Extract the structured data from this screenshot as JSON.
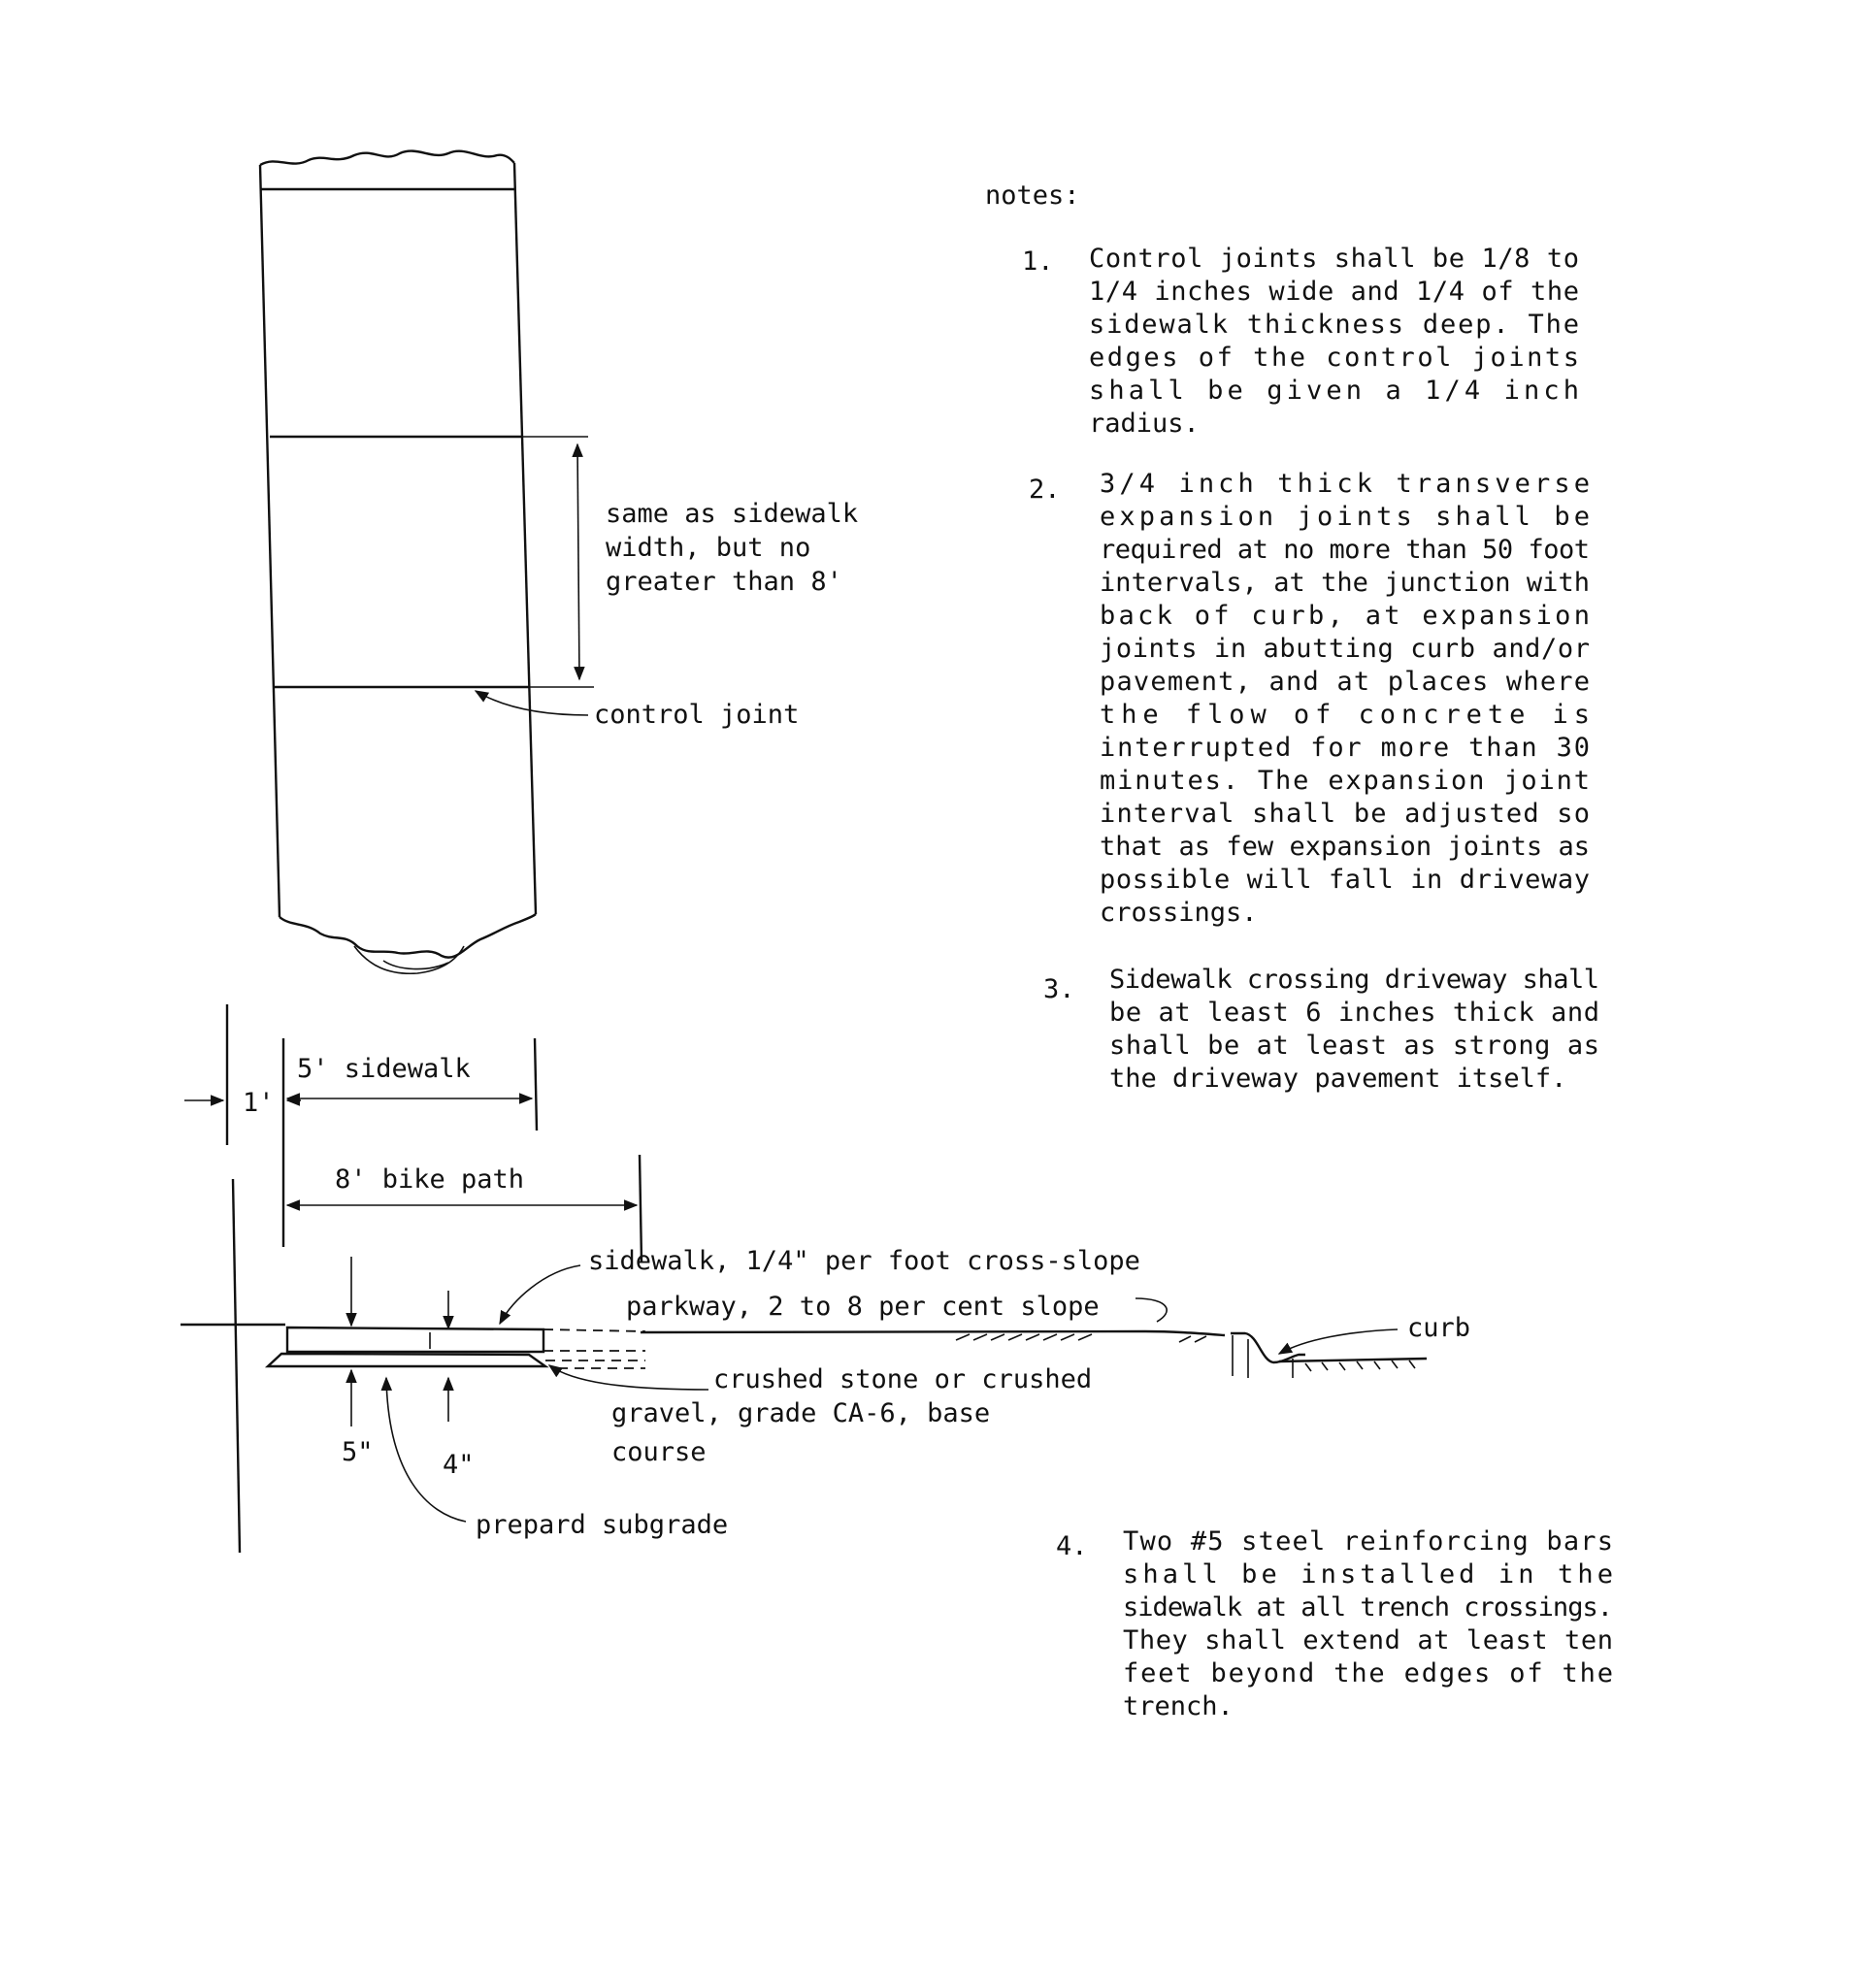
{
  "plan_view": {
    "dimension_label": [
      "same as sidewalk",
      "width, but no",
      "greater than 8'"
    ],
    "joint_label": "control joint"
  },
  "section_view": {
    "offset_label": "1'",
    "sidewalk_width_label": "5' sidewalk",
    "bike_path_label": "8' bike path",
    "cross_slope_label": "sidewalk, 1/4\" per foot cross-slope",
    "parkway_label": "parkway, 2 to 8 per cent slope",
    "curb_label": "curb",
    "base_label": [
      "crushed stone or crushed",
      "gravel, grade CA-6, base",
      "course"
    ],
    "thickness_5": "5\"",
    "thickness_4": "4\"",
    "subgrade_label": "prepard subgrade"
  },
  "notes": {
    "heading": "notes:",
    "items": [
      {
        "number": "1.",
        "lines": [
          "Control joints shall be 1/8 to",
          "1/4 inches wide and 1/4 of the",
          "sidewalk thickness deep.  The",
          "edges of the control joints",
          "shall be given a 1/4 inch",
          "radius."
        ]
      },
      {
        "number": "2.",
        "lines": [
          "3/4 inch thick transverse",
          "expansion joints shall be",
          "required at no more than 50 foot",
          "intervals, at the junction with",
          "back of curb, at expansion",
          "joints in abutting curb and/or",
          "pavement, and at places where",
          "the flow of concrete is",
          "interrupted for more than 30",
          "minutes.  The expansion joint",
          "interval shall be adjusted so",
          "that as few expansion joints as",
          "possible will fall in driveway",
          "crossings."
        ]
      },
      {
        "number": "3.",
        "lines": [
          "Sidewalk crossing driveway shall",
          "be at least 6 inches thick and",
          "shall be at least as strong as",
          "the driveway pavement itself."
        ]
      },
      {
        "number": "4.",
        "lines": [
          "Two #5 steel reinforcing bars",
          "shall be installed in the",
          "sidewalk at all trench crossings.",
          "They shall extend at least ten",
          "feet beyond the edges of the",
          "trench."
        ]
      }
    ]
  }
}
